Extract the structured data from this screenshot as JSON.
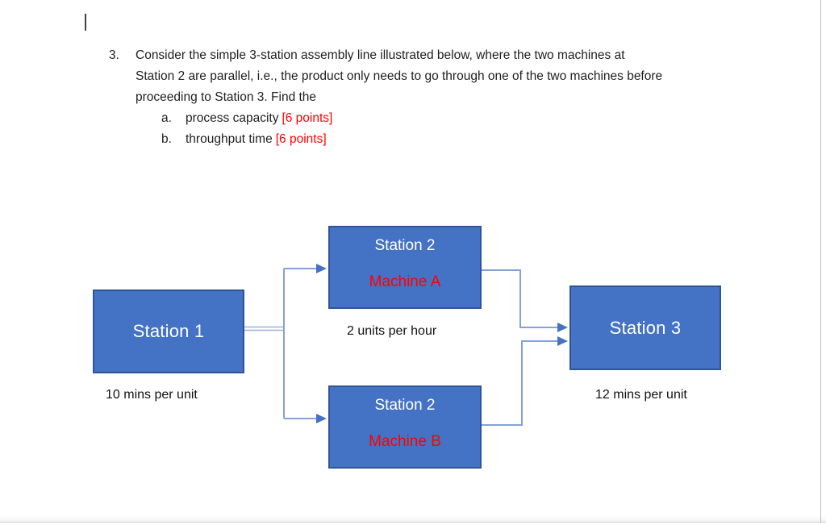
{
  "page": {
    "background": "#ffffff",
    "edge_color": "#bdbdbd"
  },
  "question": {
    "number": "3.",
    "lines": [
      "Consider the simple 3-station assembly line illustrated below, where the two machines at",
      "Station 2 are parallel, i.e., the product only needs to go through one of the two machines before",
      "proceeding to Station 3. Find the"
    ],
    "subitems": [
      {
        "marker": "a.",
        "text": "process capacity",
        "points": "[6 points]"
      },
      {
        "marker": "b.",
        "text": "throughput time",
        "points": "[6 points]"
      }
    ]
  },
  "diagram": {
    "colors": {
      "box_fill": "#4472C4",
      "box_border": "#2F5597",
      "connector": "#85A1D6",
      "arrow": "#4472C4",
      "machine_text": "#FF0000",
      "station_text": "#FFFFFF"
    },
    "station1": {
      "title": "Station 1",
      "caption": "10 mins per unit"
    },
    "station2a": {
      "line1": "Station 2",
      "line2": "Machine A"
    },
    "station2b": {
      "line1": "Station 2",
      "line2": "Machine B"
    },
    "station2_caption": "2 units per hour",
    "station3": {
      "title": "Station 3",
      "caption": "12 mins per unit"
    }
  }
}
